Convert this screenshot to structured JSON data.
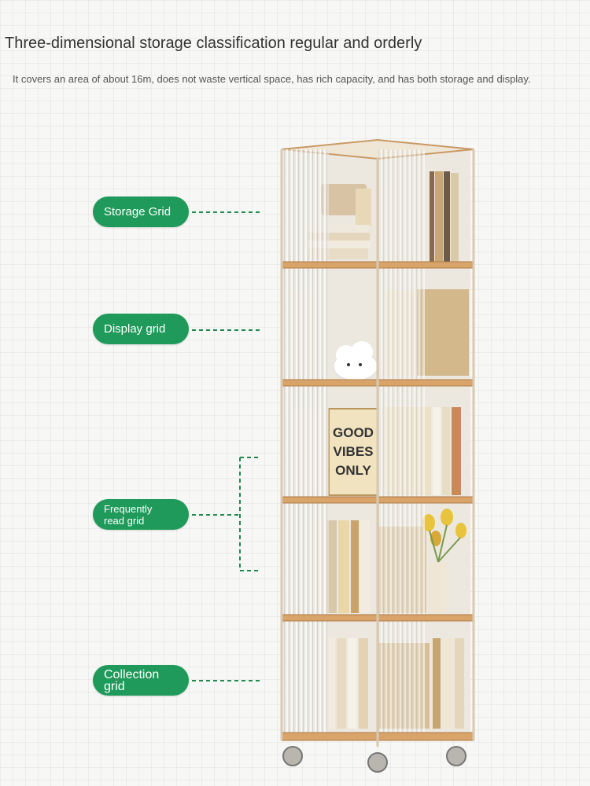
{
  "header": {
    "title": "Three-dimensional storage classification regular and orderly",
    "subtitle": "It covers an area of about 16m, does not waste vertical space, has rich capacity, and has both storage and display."
  },
  "labels": [
    {
      "id": "storage",
      "text": "Storage Grid"
    },
    {
      "id": "display",
      "text": "Display grid"
    },
    {
      "id": "frequent",
      "text": "Frequently\nread grid"
    },
    {
      "id": "collection",
      "text": "Collection\ngrid"
    }
  ],
  "product_image": {
    "description_text": "GOOD\nVIBES\nONLY"
  },
  "colors": {
    "pill_green": "#1f9a5a",
    "connector_green": "#1f8a50",
    "wood": "#d9a46a",
    "acrylic": "#e6e3dc"
  }
}
